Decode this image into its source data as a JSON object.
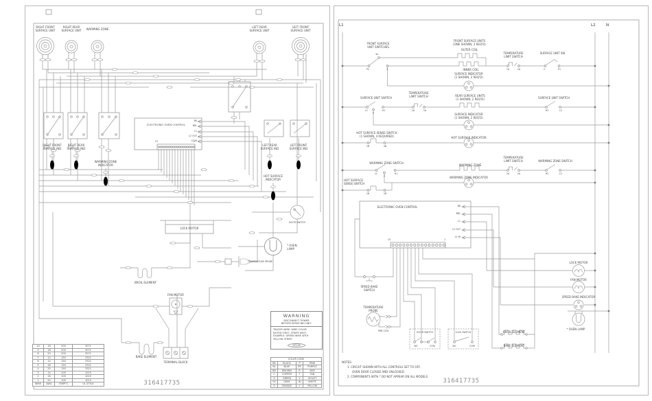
{
  "doc": {
    "part_number_left": "316417735",
    "part_number_right": "316417735"
  },
  "left": {
    "units": {
      "rf": "RIGHT FRONT\nSURFACE UNIT",
      "rr": "RIGHT REAR\nSURFACE UNIT",
      "wz": "WARMING ZONE",
      "lr": "LEFT REAR\nSURFACE UNIT",
      "lf": "LEFT FRONT\nSURFACE UNIT"
    },
    "inds": {
      "rf": "RIGHT FRONT\nSURFACE IND",
      "rr": "RIGHT REAR\nSURFACE IND",
      "wz": "WARMING ZONE\nINDICATOR",
      "lr": "LEFT REAR\nSURFACE IND",
      "lf": "LEFT FRONT\nSURFACE IND",
      "hot": "HOT SURFACE\nINDICATOR"
    },
    "eoc": {
      "title": "ELECTRONIC OVEN CONTROL",
      "pins": [
        "BK",
        "BRL",
        "L1",
        "L2 OUT",
        "L2 IN"
      ],
      "pin_first": "15",
      "pin_last": "1"
    },
    "comp": {
      "lock_motor": "LOCK MOTOR",
      "door_switch": "DOOR SWITCH",
      "oven_lamp": "* OVEN\nLAMP",
      "temp_probe": "TEMPERATURE PROBE",
      "broil": "BROIL ELEMENT",
      "fan": "FAN MOTOR",
      "bake": "BAKE ELEMENT",
      "tblock": "TERMINAL BLOCK"
    },
    "wire_table": {
      "headers": [
        "WIRE",
        "AWG",
        "TEMP°C",
        "UL STYLE"
      ],
      "rows": [
        [
          "10",
          "16",
          "200",
          "3071"
        ],
        [
          "9",
          "18",
          "200",
          "3071"
        ],
        [
          "8",
          "20",
          "200",
          "3071"
        ],
        [
          "7",
          "12",
          "150",
          "3321"
        ],
        [
          "6",
          "14",
          "150",
          "3321"
        ],
        [
          "5",
          "18",
          "150",
          "3321"
        ],
        [
          "4",
          "20",
          "150",
          "3321"
        ],
        [
          "3",
          "14",
          "105",
          "1015"
        ],
        [
          "2",
          "16",
          "105",
          "1015"
        ],
        [
          "1",
          "20",
          "105",
          "1015"
        ]
      ]
    },
    "warning": {
      "title": "WARNING",
      "subtitle": "DISCONNECT POWER\nBEFORE SERVICING UNIT.",
      "body": "TRACER WIRE: WIRE COLOR\nNOTED FIRST, STRIPE NEXT.\nEXAMPLE: GREEN WIRE WITH\nYELLOW STRIPE.",
      "example_tag": "G/Y-18"
    },
    "color_code": {
      "title": "COLOR CODE",
      "rows": [
        [
          "BK",
          "BLACK",
          "P",
          "PINK"
        ],
        [
          "BL",
          "BLUE",
          "PR",
          "PURPLE"
        ],
        [
          "BR",
          "BROWN",
          "R",
          "RED"
        ],
        [
          "C",
          "COPPER",
          "T",
          "TAN"
        ],
        [
          "G",
          "GREEN",
          "V",
          "VIOLET"
        ],
        [
          "GY",
          "GRAY",
          "W",
          "WHITE"
        ],
        [
          "O",
          "ORANGE",
          "Y",
          "YELLOW"
        ]
      ]
    }
  },
  "right": {
    "rails": {
      "l1": "L1",
      "l2": "L2",
      "n": "N"
    },
    "row1": {
      "switches": "FRONT SURFACE\nUNIT SWITCHES",
      "units": "FRONT SURFACE UNITS\n(ONE SHOWN, 2 REQ'D)",
      "outer": "OUTER COIL",
      "inner": "INNER COIL",
      "tls": "TEMPERATURE\nLIMIT SWITCH",
      "susw": "SURFACE UNIT SW",
      "ind": "SURFACE INDICATOR\n(1 SHOWN, 2 REQ'D)",
      "t_p2": "P2",
      "t_4a": "4a",
      "t_4": "4",
      "t_1a": "1A",
      "t_2a": "2A",
      "t_2": "2",
      "t_p1": "P1"
    },
    "row2": {
      "sw": "SURFACE UNIT SWITCH",
      "tls": "TEMPERATURE\nLIMIT SWITCH",
      "units": "REAR SURFACE UNITS\n(1 SHOWN, 2 REQ'D)",
      "sw2": "SURFACE UNIT SWITCH",
      "ind": "SURFACE INDICATOR\n(1 SHOWN, 2 REQ'D)",
      "t_l1": "L1",
      "t_p": "P",
      "t_h1": "H1",
      "t_2a": "2A",
      "t_1a": "1A",
      "t_h2": "H2",
      "t_l2": "L2"
    },
    "row3": {
      "sense": "HOT SURFACE SENSE SWITCH\n(1 SHOWN, 4 REQUIRED)",
      "ind": "HOT SURFACE INDICATOR",
      "t_1b": "1B",
      "t_2b": "2B"
    },
    "row4": {
      "sw": "WARMING ZONE SWITCH",
      "zone": "WARMING ZONE",
      "tls": "TEMPERATURE\nLIMIT SWITCH",
      "sw2": "WARMING ZONE SWITCH",
      "ind": "WARMING ZONE INDICATOR",
      "sense": "HOT SURFACE\nSENSE SWITCH",
      "t_l1": "L1",
      "t_p": "P",
      "t_h1": "H1",
      "t_1a": "1A",
      "t_2a": "2A",
      "t_h2": "H2",
      "t_l2": "L2",
      "t_1b": "1B",
      "t_2b": "2B"
    },
    "eoc": {
      "title": "ELECTRONIC OVEN CONTROL",
      "pins": [
        "BK",
        "BRL",
        "L1",
        "L2 OUT",
        "L2 IN"
      ],
      "pin_first": "15",
      "pin_last": "1"
    },
    "bottom": {
      "speed_bake_switch": "SPEED BAKE\nSWITCH",
      "temp_probe": "TEMPERATURE\nPROBE",
      "prb_con": "PRB CON",
      "door_switch": "DOOR SWITCH",
      "lock_switch": "LOCK SWITCH",
      "no1": "NO",
      "com1": "COM",
      "no2": "NO",
      "com2": "COM",
      "lock_motor": "LOCK MOTOR",
      "fan_motor": "FAN MOTOR",
      "sbi": "SPEED BAKE INDICATOR",
      "oven_lamp": "* OVEN LAMP",
      "broil": "BROIL ELEMENT",
      "bake": "BAKE ELEMENT"
    },
    "notes": {
      "title": "NOTES:",
      "n1a": "1. CIRCUIT SHOWN WITH ALL CONTROLS SET TO OFF.",
      "n1b": "OVEN DOOR CLOSED AND UNLOCKED.",
      "n2": "2. COMPONENTS WITH * DO NOT APPEAR ON ALL MODELS."
    }
  }
}
